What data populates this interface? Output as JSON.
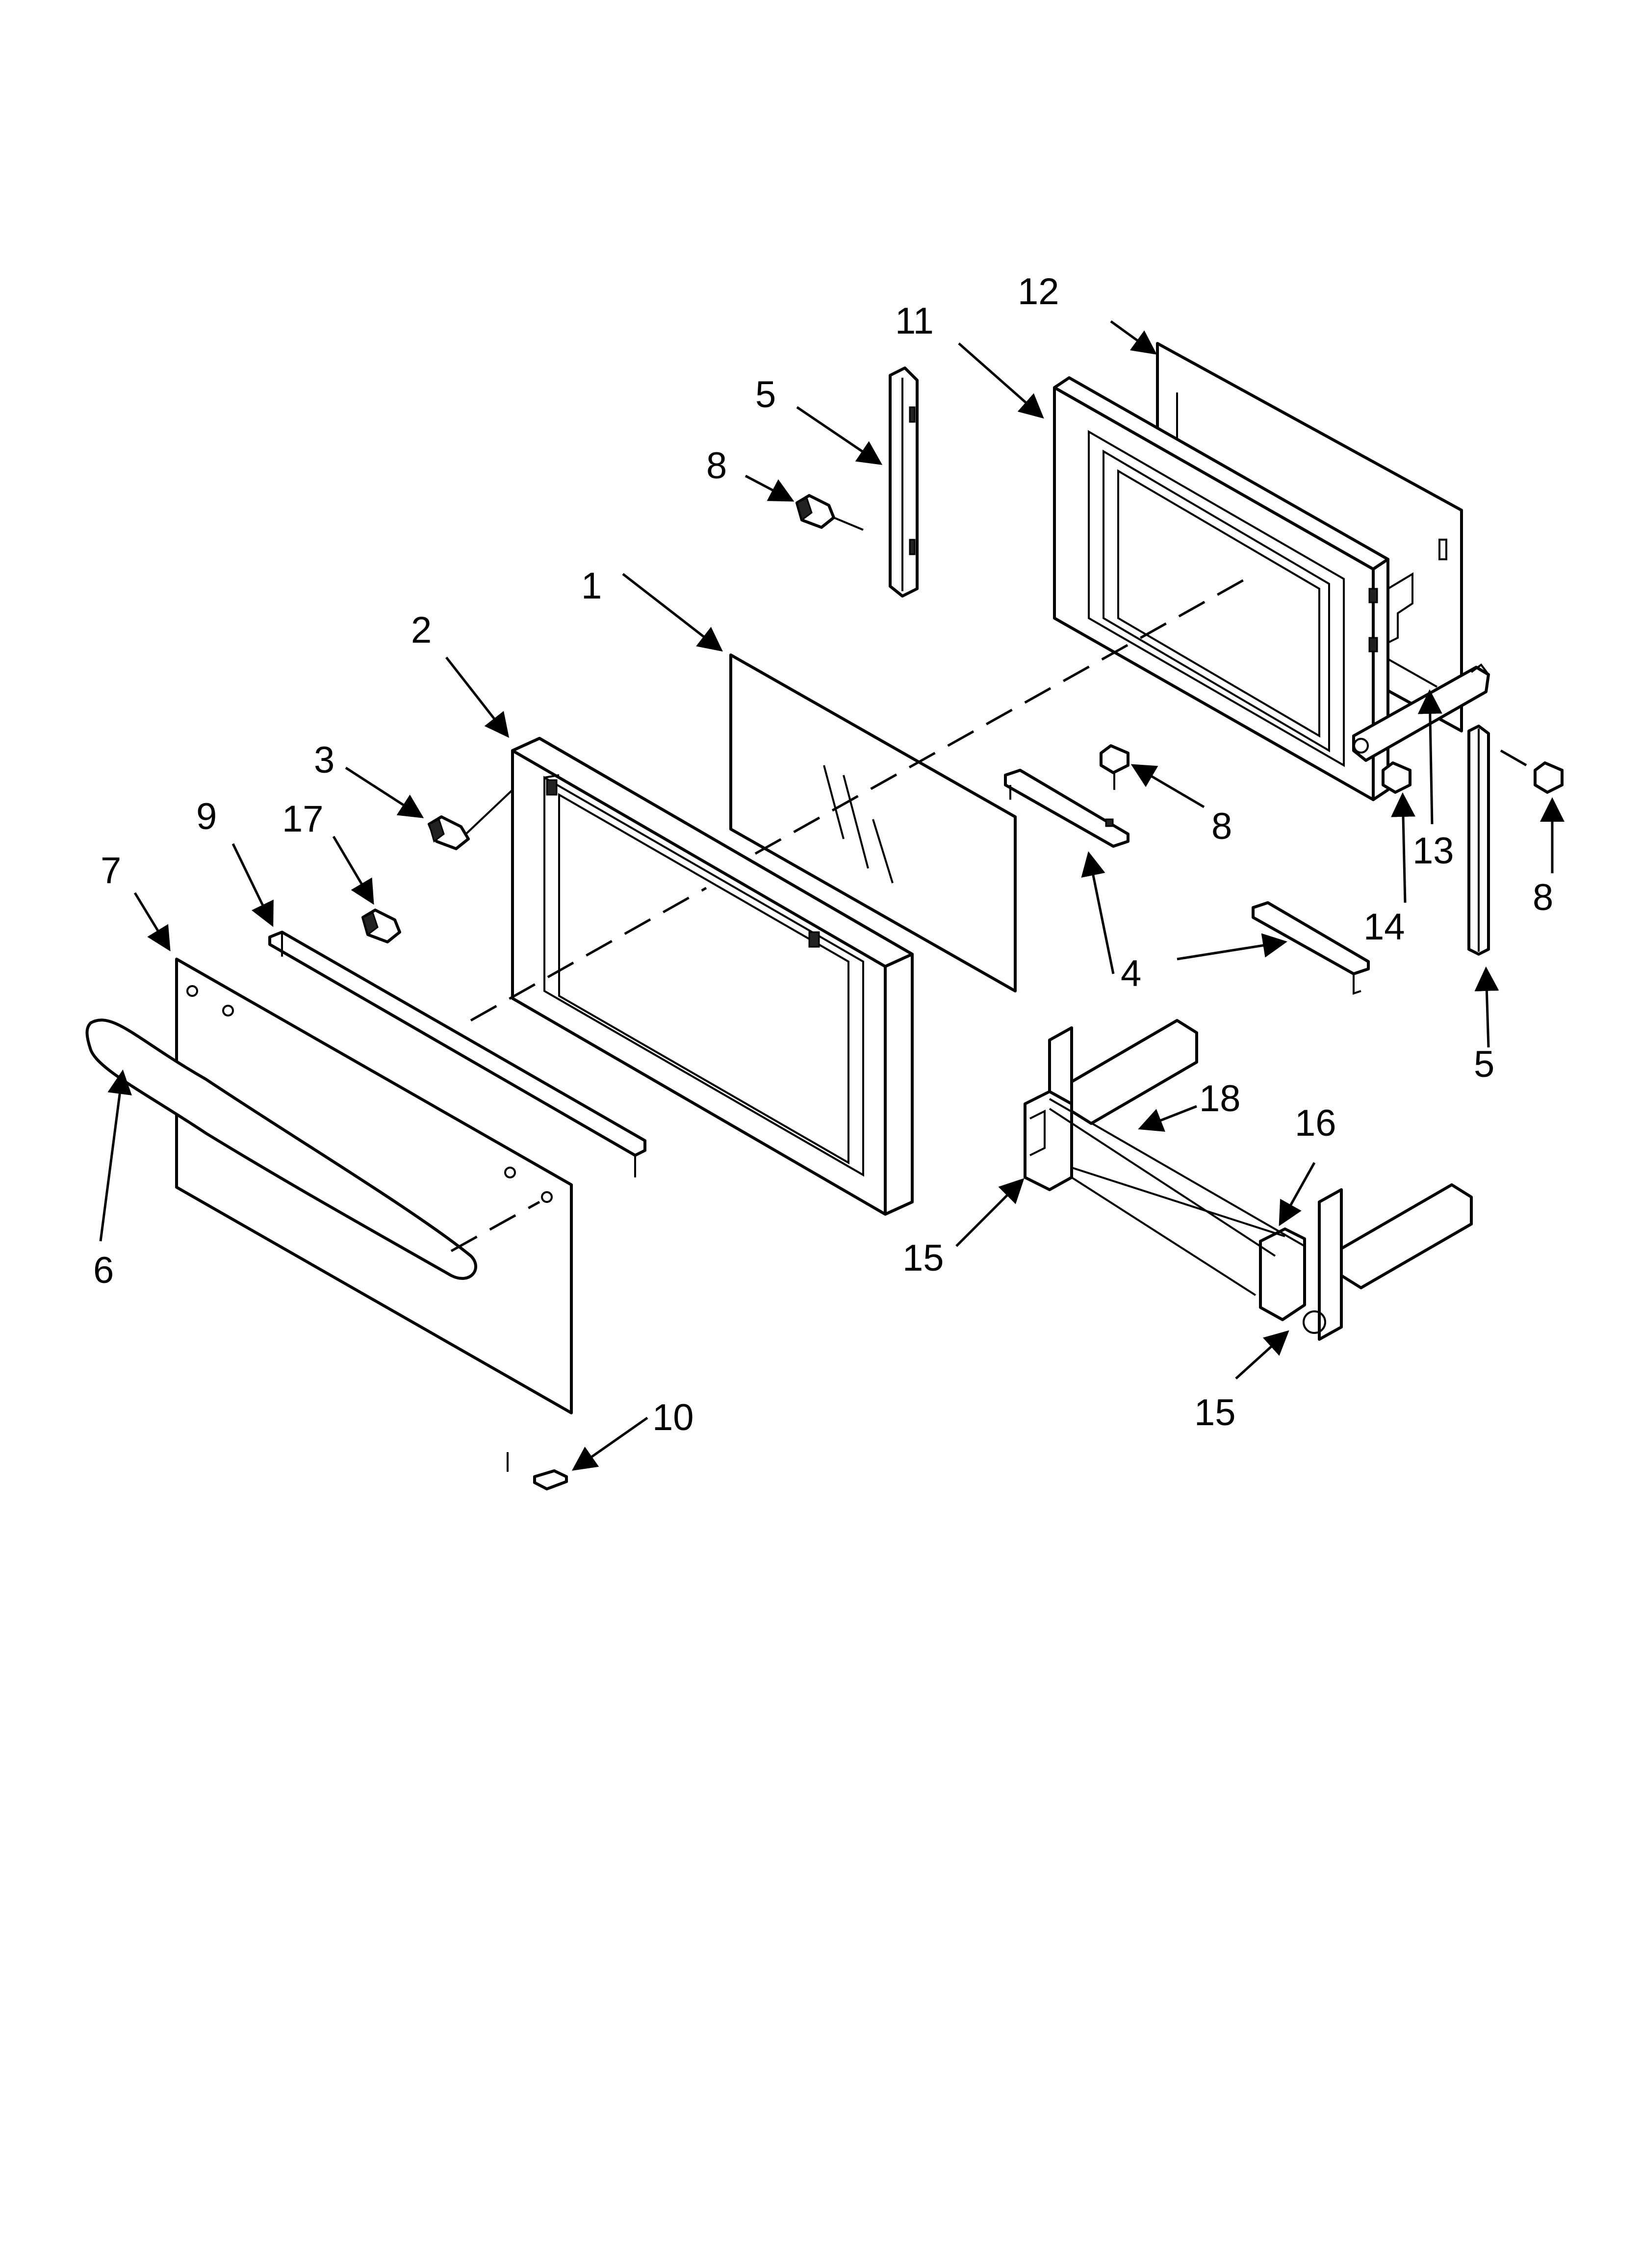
{
  "diagram": {
    "callouts": [
      {
        "id": "c1",
        "label": "1"
      },
      {
        "id": "c2",
        "label": "2"
      },
      {
        "id": "c3",
        "label": "3"
      },
      {
        "id": "c4",
        "label": "4"
      },
      {
        "id": "c5a",
        "label": "5"
      },
      {
        "id": "c5b",
        "label": "5"
      },
      {
        "id": "c6",
        "label": "6"
      },
      {
        "id": "c7",
        "label": "7"
      },
      {
        "id": "c8a",
        "label": "8"
      },
      {
        "id": "c8b",
        "label": "8"
      },
      {
        "id": "c8c",
        "label": "8"
      },
      {
        "id": "c9",
        "label": "9"
      },
      {
        "id": "c10",
        "label": "10"
      },
      {
        "id": "c11",
        "label": "11"
      },
      {
        "id": "c12",
        "label": "12"
      },
      {
        "id": "c13",
        "label": "13"
      },
      {
        "id": "c14",
        "label": "14"
      },
      {
        "id": "c15a",
        "label": "15"
      },
      {
        "id": "c15b",
        "label": "15"
      },
      {
        "id": "c16",
        "label": "16"
      },
      {
        "id": "c17",
        "label": "17"
      },
      {
        "id": "c18",
        "label": "18"
      }
    ]
  }
}
